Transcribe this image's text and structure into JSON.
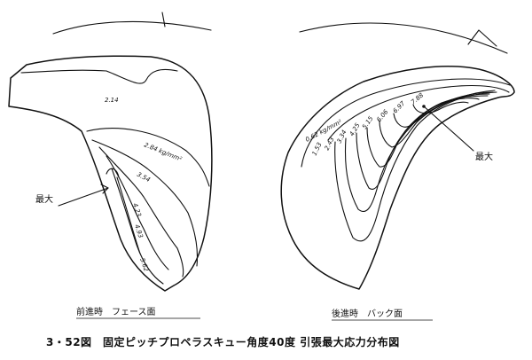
{
  "figure": {
    "caption": "3・52図　固定ピッチプロペラスキュー角度40度 引張最大応力分布図",
    "colors": {
      "ink": "#111111",
      "paper": "#ffffff"
    }
  },
  "left_panel": {
    "label": "前進時　フェース面",
    "max_label": "最大",
    "contour_labels": [
      "2.14",
      "2.84 kg/mm²",
      "3.54",
      "4.23",
      "4.93",
      "5.62"
    ]
  },
  "right_panel": {
    "label": "後進時　バック面",
    "max_label": "最大",
    "contour_labels": [
      "0.62 kg/mm²",
      "1.53",
      "2.43",
      "3.34",
      "4.25",
      "5.15",
      "6.06",
      "6.97",
      "7.88"
    ]
  }
}
